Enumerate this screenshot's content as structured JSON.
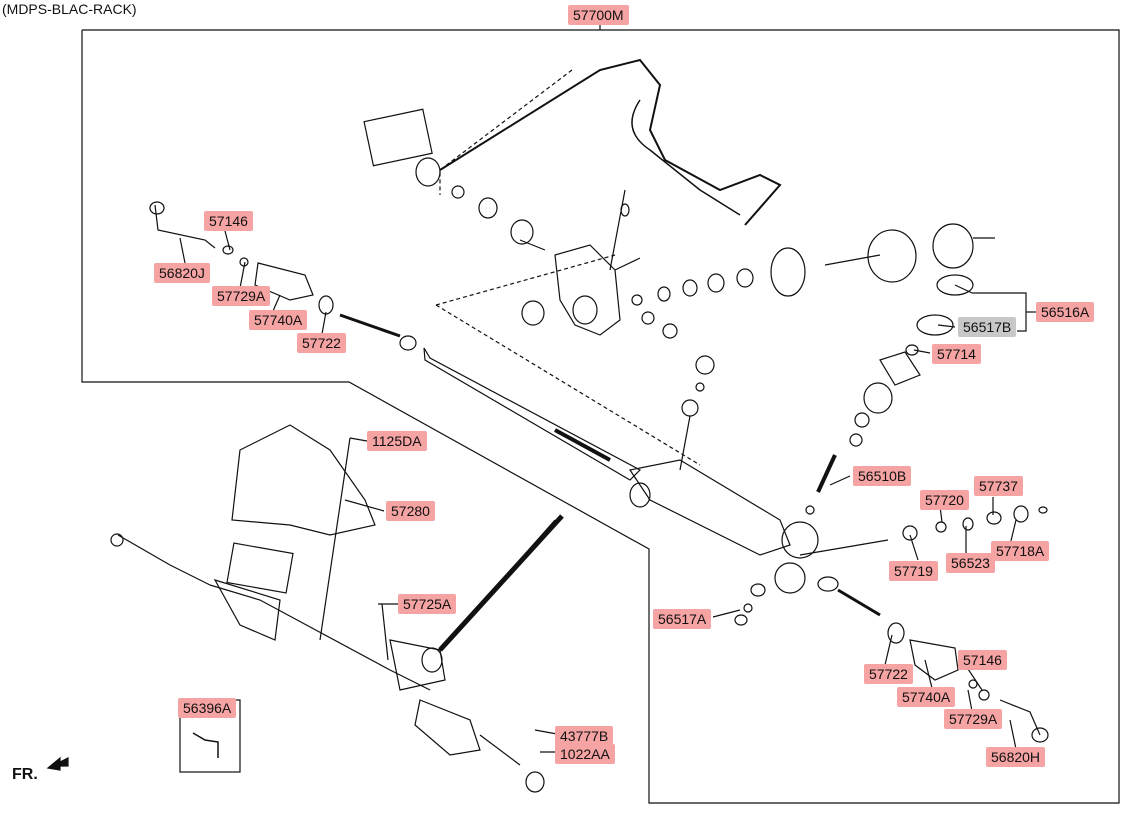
{
  "header": {
    "title": "(MDPS-BLAC-RACK)"
  },
  "direction_label": "FR.",
  "colors": {
    "callout": "#f5a3a3",
    "callout_gray": "#c8c8c8",
    "line": "#111111"
  },
  "labels": {
    "p57700M": "57700M",
    "p57146_l": "57146",
    "p56820J": "56820J",
    "p57729A_l": "57729A",
    "p57740A_l": "57740A",
    "p57722_l": "57722",
    "p56516A": "56516A",
    "p56517B": "56517B",
    "p57714": "57714",
    "p1125DA": "1125DA",
    "p57280": "57280",
    "p56510B": "56510B",
    "p57720": "57720",
    "p57737": "57737",
    "p57725A": "57725A",
    "p57719": "57719",
    "p56523": "56523",
    "p57718A": "57718A",
    "p56517A": "56517A",
    "p56396A": "56396A",
    "p57722_r": "57722",
    "p57146_r": "57146",
    "p57740A_r": "57740A",
    "p57729A_r": "57729A",
    "p43777B": "43777B",
    "p1022AA": "1022AA",
    "p56820H": "56820H"
  }
}
